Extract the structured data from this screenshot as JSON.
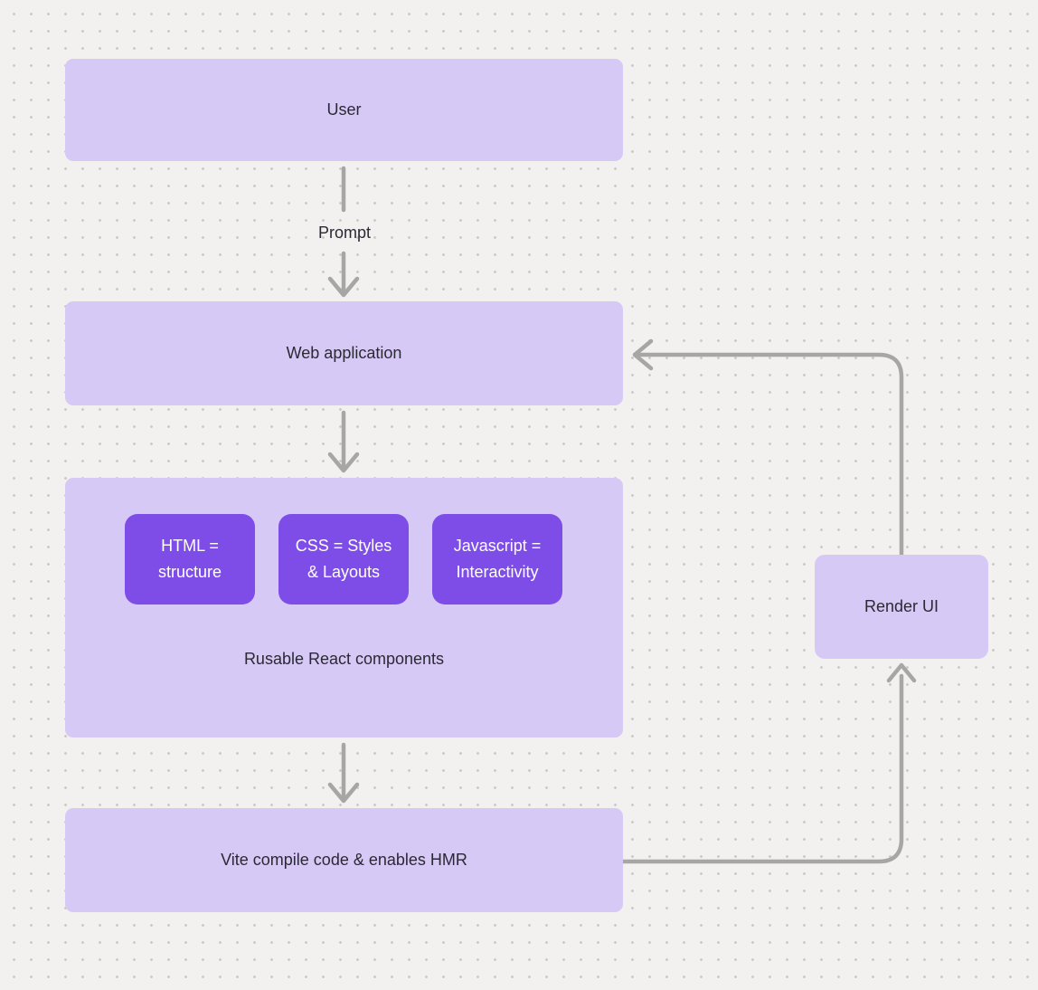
{
  "colors": {
    "bg": "#f2f1ef",
    "dot": "#cccac8",
    "box_fill": "#d6c9f5",
    "chip_fill": "#7e4de8",
    "chip_text": "#ffffff",
    "text": "#2b2933",
    "arrow": "#a8a6a4"
  },
  "nodes": {
    "user": {
      "label": "User"
    },
    "web_application": {
      "label": "Web application"
    },
    "components": {
      "chips": [
        {
          "label": "HTML = structure"
        },
        {
          "label": "CSS = Styles & Layouts"
        },
        {
          "label": "Javascript = Interactivity"
        }
      ],
      "caption": "Rusable React components"
    },
    "vite": {
      "label": "Vite compile code & enables HMR"
    },
    "render_ui": {
      "label": "Render UI"
    }
  },
  "edges": {
    "prompt_label": "Prompt"
  }
}
